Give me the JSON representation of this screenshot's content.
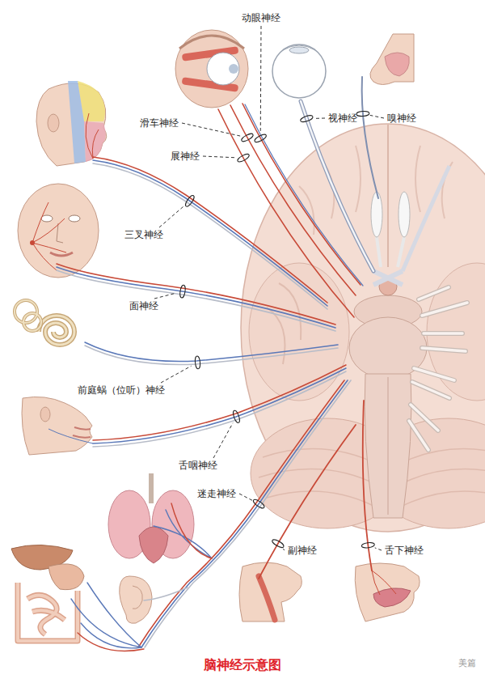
{
  "diagram": {
    "caption": "脑神经示意图",
    "labels": [
      "动眼神经",
      "滑车神经",
      "展神经",
      "视神经",
      "嗅神经",
      "三叉神经",
      "面神经",
      "前庭蜗（位听）神经",
      "舌咽神经",
      "迷走神经",
      "副神经",
      "舌下神经",
      "美篇"
    ]
  }
}
